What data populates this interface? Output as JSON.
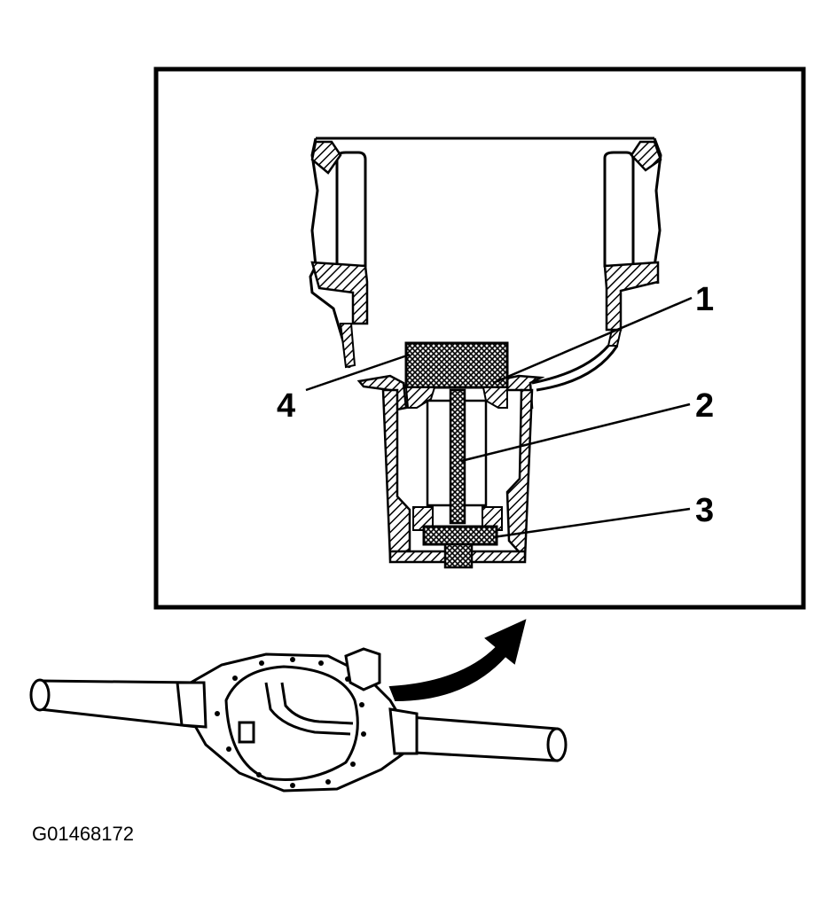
{
  "figure_id": "G01468172",
  "callouts": [
    {
      "label": "1"
    },
    {
      "label": "2"
    },
    {
      "label": "3"
    },
    {
      "label": "4"
    }
  ],
  "colors": {
    "ink": "#000000",
    "paper": "#ffffff"
  }
}
